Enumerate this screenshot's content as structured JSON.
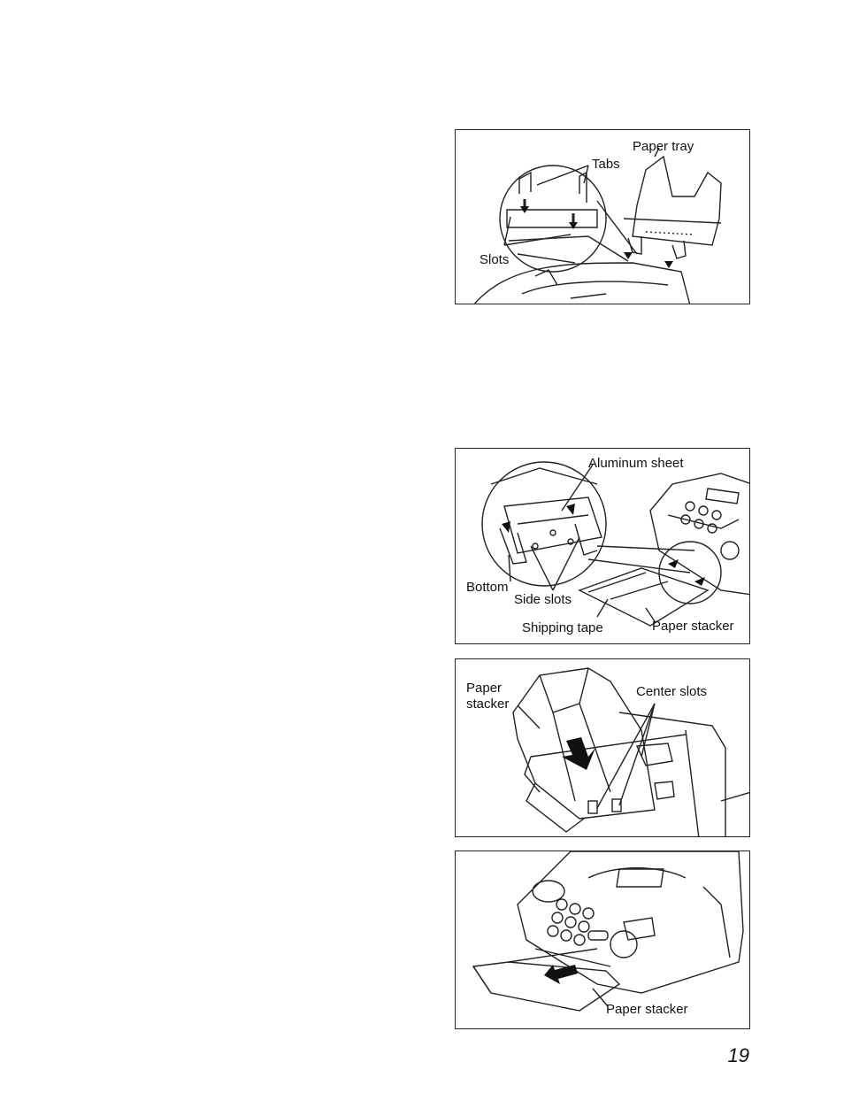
{
  "figures": [
    {
      "labels": {
        "paper_tray": "Paper tray",
        "tabs": "Tabs",
        "slots": "Slots"
      }
    },
    {
      "labels": {
        "aluminum_sheet": "Aluminum sheet",
        "bottom": "Bottom",
        "side_slots": "Side slots",
        "shipping_tape": "Shipping tape",
        "paper_stacker": "Paper stacker"
      }
    },
    {
      "labels": {
        "paper": "Paper",
        "stacker": "stacker",
        "center_slots": "Center slots"
      }
    },
    {
      "labels": {
        "paper_stacker": "Paper stacker"
      }
    }
  ],
  "page_number": "19"
}
